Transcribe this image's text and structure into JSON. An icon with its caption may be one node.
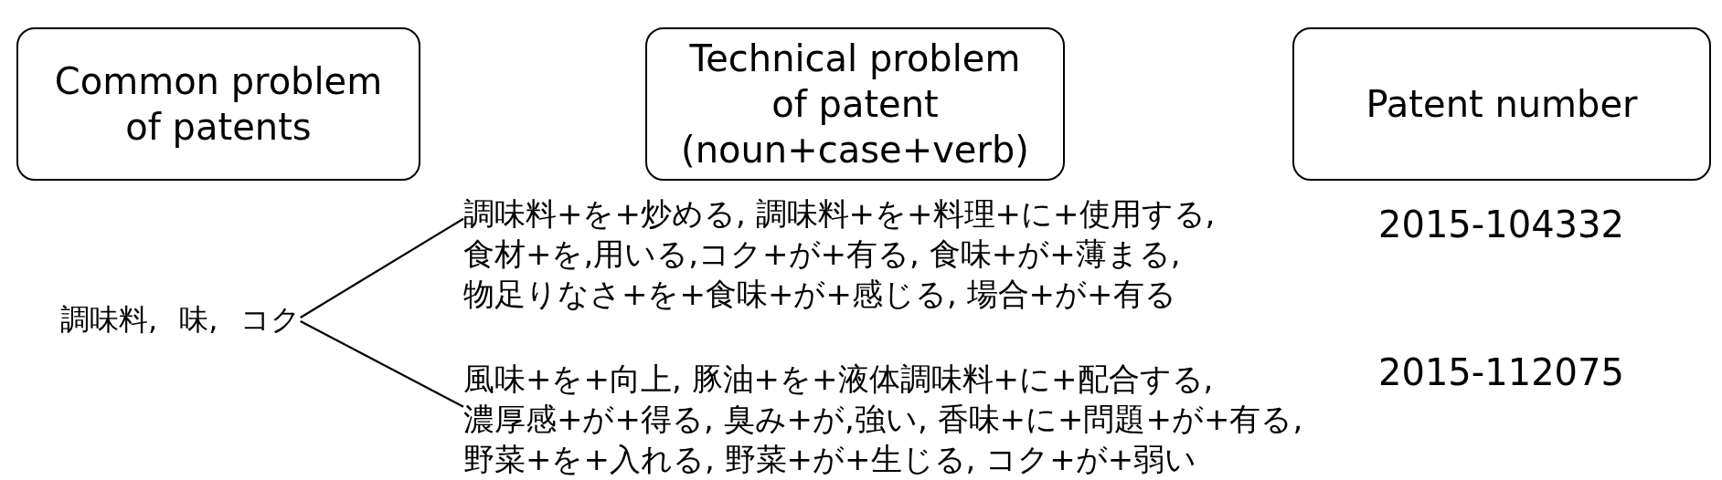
{
  "diagram": {
    "nodes": [
      {
        "text": [
          "Common problem of patents"
        ]
      },
      {
        "text": [
          "Technical problem of patent (noun+case+verb)"
        ]
      },
      {
        "text": [
          "Patent number"
        ]
      },
      {
        "text": [
          "調味料, 味, コク"
        ]
      },
      {
        "text": [
          "調味料+を+炒める, 調味料+を+料理+に+使用する, 食材+を,用いる,コク+が+有る, 食味+が+薄まる, 物足りなさ+を+食味+が+感じる, 場合+が+有る"
        ]
      },
      {
        "text": [
          "風味+を+向上, 豚油+を+液体調味料+に+配合する, 濃厚感+が+得る, 臭み+が,強い, 香味+に+問題+が+有る, 野菜+を+入れる, 野菜+が+生じる, コク+が+弱い"
        ]
      }
    ],
    "edges": [
      {
        "from": 3,
        "to": 4,
        "arrow": "none"
      },
      {
        "from": 3,
        "to": 5,
        "arrow": "none"
      }
    ],
    "labels": [
      "2015-104332",
      "2015-112075"
    ]
  }
}
